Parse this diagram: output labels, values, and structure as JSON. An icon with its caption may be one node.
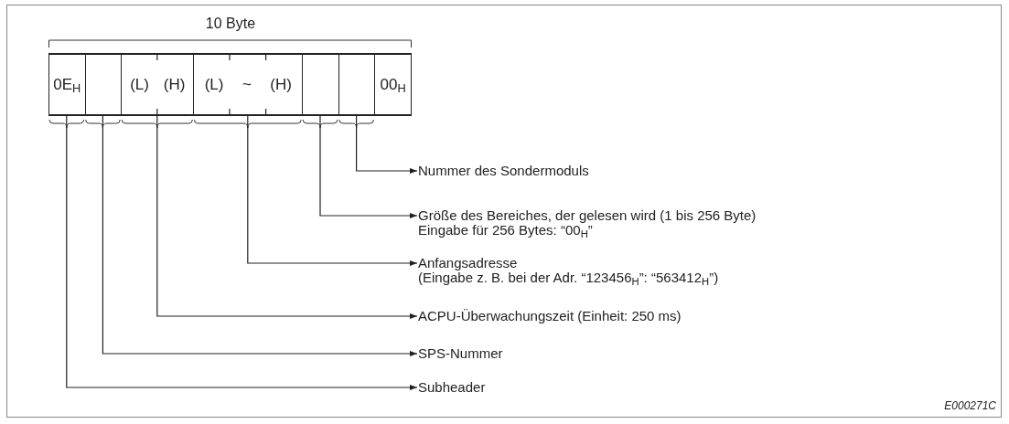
{
  "diagram": {
    "nodes": [
      {
        "text": [
          "0E$_{H}$"
        ]
      },
      {
        "text": [],
        "shape": "box"
      },
      {
        "text": [
          "(L)",
          "(H)"
        ]
      },
      {
        "text": [
          "(L)",
          "~",
          "(H)"
        ]
      },
      {
        "text": [],
        "shape": "box"
      },
      {
        "text": [],
        "shape": "box"
      },
      {
        "text": [
          "00$_{H}$"
        ]
      },
      {
        "text": [
          "Nummer des Sondermoduls"
        ]
      },
      {
        "text": [
          "Größe des Bereiches, der gelesen wird (1 bis 256 Byte)",
          "Eingabe für 256 Bytes: “00$_{H}$”"
        ]
      },
      {
        "text": [
          "Anfangsadresse",
          "(Eingabe z. B. bei der Adr. “123456$_{H}$”: “563412$_{H}$”)"
        ]
      },
      {
        "text": [
          "ACPU-Überwachungszeit (Einheit: 250 ms)"
        ]
      },
      {
        "text": [
          "SPS-Nummer"
        ]
      },
      {
        "text": [
          "Subheader"
        ]
      }
    ],
    "edges": [
      {
        "from": 5,
        "to": 7,
        "arrow": "to"
      },
      {
        "from": 4,
        "to": 8,
        "arrow": "to"
      },
      {
        "from": 3,
        "to": 9,
        "arrow": "to"
      },
      {
        "from": 2,
        "to": 10,
        "arrow": "to"
      },
      {
        "from": 1,
        "to": 11,
        "arrow": "to"
      },
      {
        "from": 0,
        "to": 12,
        "arrow": "to"
      }
    ],
    "labels": [
      "10 Byte",
      "E000271C"
    ]
  }
}
